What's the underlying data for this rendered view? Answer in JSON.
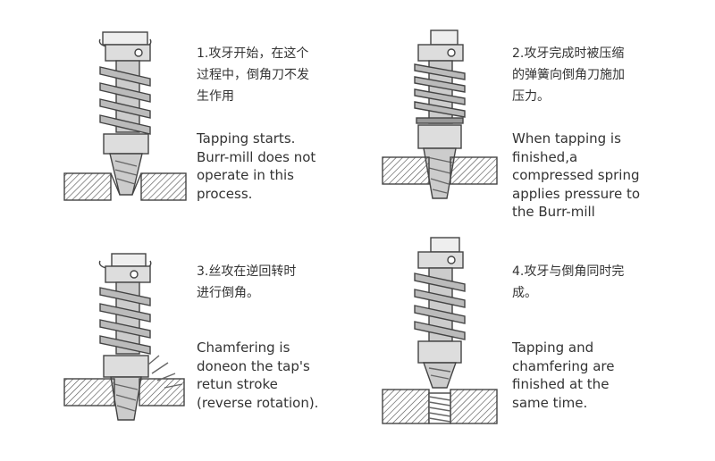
{
  "steps": [
    {
      "zh": "1.攻牙开始，在这个\n过程中，倒角刀不发\n生作用",
      "en": "Tapping starts.\nBurr-mill does not\noperate in this\nprocess."
    },
    {
      "zh": "2.攻牙完成时被压缩\n的弹簧向倒角刀施加\n压力。",
      "en": "When tapping is\nfinished,a\ncompressed spring\napplies pressure to\nthe Burr-mill"
    },
    {
      "zh": "3.丝攻在逆回转时\n进行倒角。",
      "en": "Chamfering is\ndoneon the tap's\nretun stroke\n(reverse rotation)."
    },
    {
      "zh": "4.攻牙与倒角同时完\n成。",
      "en": "Tapping and\nchamfering are\nfinished at the\nsame time."
    }
  ]
}
